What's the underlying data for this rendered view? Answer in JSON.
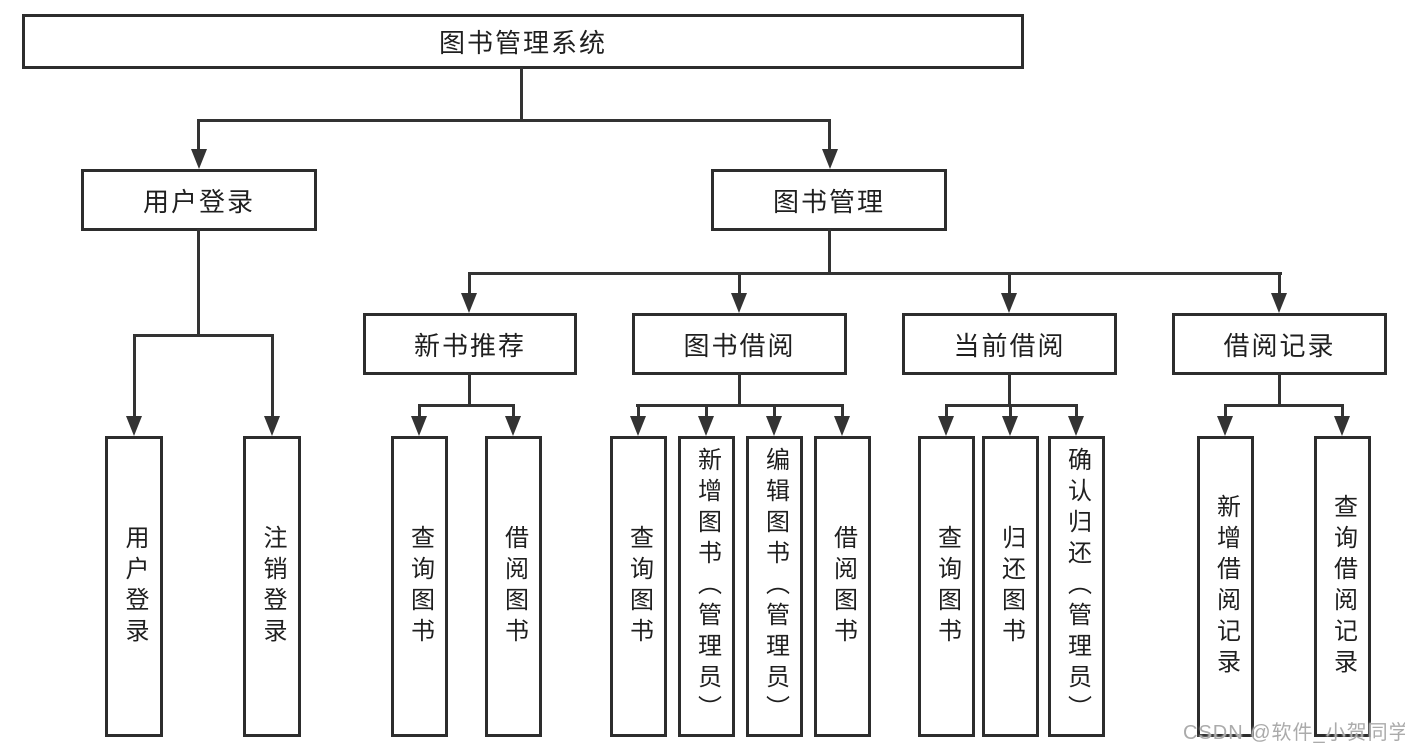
{
  "diagram": {
    "title": "图书管理系统",
    "level2": {
      "user_login": "用户登录",
      "book_mgmt": "图书管理"
    },
    "level3": {
      "new_books": "新书推荐",
      "book_borrow": "图书借阅",
      "current_borrow": "当前借阅",
      "borrow_records": "借阅记录"
    },
    "leaves": {
      "user": [
        "用户登录",
        "注销登录"
      ],
      "newbook": [
        "查询图书",
        "借阅图书"
      ],
      "borrow": [
        "查询图书",
        "新增图书（管理员）",
        "编辑图书（管理员）",
        "借阅图书"
      ],
      "current": [
        "查询图书",
        "归还图书",
        "确认归还（管理员）"
      ],
      "records": [
        "新增借阅记录",
        "查询借阅记录"
      ]
    },
    "watermark": "CSDN @软件_小贺同学",
    "colors": {
      "line": "#333333",
      "box_border": "#2d2d2d",
      "text": "#1f1f1f",
      "watermark": "#ababab"
    }
  }
}
